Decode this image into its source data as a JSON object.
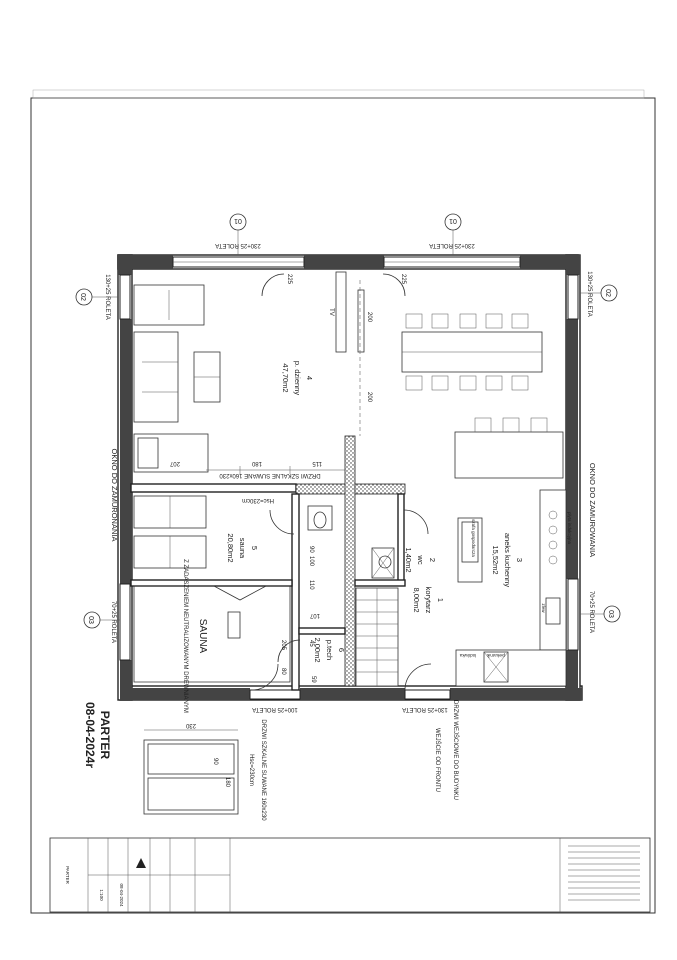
{
  "title": {
    "floor": "PARTER",
    "date": "08-04-2024r"
  },
  "rooms": [
    {
      "no": "4",
      "name": "p. dzienny",
      "area": "47,70m2"
    },
    {
      "no": "5",
      "name": "sauna",
      "area": "20,80m2"
    },
    {
      "no": "2",
      "name": "wc",
      "area": "1,40m2"
    },
    {
      "no": "3",
      "name": "aneks kuchenny",
      "area": "15,52m2"
    },
    {
      "no": "1",
      "name": "korytarz",
      "area": "8,00m2"
    },
    {
      "no": "6",
      "name": "p.tech",
      "area": "2,00m2"
    }
  ],
  "axes": [
    "01",
    "01",
    "02",
    "02",
    "03",
    "03"
  ],
  "window_labels": {
    "top_left": "230+25 ROLETA",
    "top_right": "230+25 ROLETA",
    "left_top": "130+25 ROLETA",
    "right_top": "130+25 ROLETA",
    "left_bottom": "70+25 ROLETA",
    "right_bottom": "70+25 ROLETA",
    "bottom_left": "100+25 ROLETA",
    "bottom_right": "130+25 ROLETA",
    "left_wall": "OKNO DO ZAMURONANIA",
    "right_wall": "OKNO DO ZAMUROWANIA"
  },
  "notes": {
    "sliding_door": "DRZWI SZKALNE SUWANE 160x230",
    "height": "Hsc=230cm",
    "sauna_sign": "SAUNA",
    "sauna_desc": "Z ZADASZENIEM NEUTRALIZOWANYM DREWNIANYM",
    "entrance_door": "DRZWI WEJŚCIOWE DO BUDYNKU",
    "entrance": "WEJŚCIE OD FRONTU",
    "detail_door": "DRZWI SZKALNE SUWANE 160x230",
    "detail_height": "Hsc=230cm",
    "kitchen_a": "plyta indukcyjna",
    "kitchen_b": "zlew",
    "kitchen_c": "lodówka",
    "kitchen_d": "piekarnik",
    "kitchen_e": "szafa gospodarcza",
    "tv": "TV"
  },
  "dims": {
    "d200a": "200",
    "d200b": "200",
    "d180": "180",
    "d115": "115",
    "d207": "207",
    "d107": "107",
    "d205": "205",
    "d110": "110",
    "d90": "90",
    "d100": "100",
    "d45": "45",
    "d59": "59",
    "d80": "80",
    "d225a": "225",
    "d225b": "225",
    "d230": "230",
    "d180b": "180",
    "d90b": "90"
  },
  "title_block": {
    "rows": [
      "PARTER",
      "1:100",
      "08-04-2024"
    ]
  }
}
